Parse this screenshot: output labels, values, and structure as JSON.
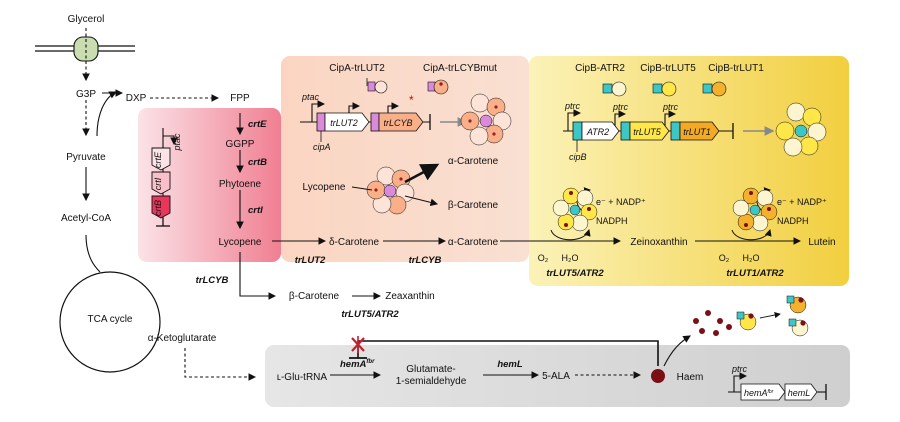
{
  "metabolites": {
    "glycerol": "Glycerol",
    "g3p": "G3P",
    "dxp": "DXP",
    "fpp": "FPP",
    "pyruvate": "Pyruvate",
    "acetyl_coa": "Acetyl-CoA",
    "tca_cycle": "TCA cycle",
    "a_ketoglutarate": "α-Ketoglutarate",
    "ggpp": "GGPP",
    "phytoene": "Phytoene",
    "lycopene": "Lycopene",
    "d_carotene": "δ-Carotene",
    "a_carotene": "α-Carotene",
    "b_carotene": "β-Carotene",
    "zeaxanthin": "Zeaxanthin",
    "zeinoxanthin": "Zeinoxanthin",
    "lutein": "Lutein",
    "l_glu_trna": "ʟ-Glu-tRNA",
    "glutamate_1": "Glutamate-",
    "glutamate_2": "1-semialdehyde",
    "ala": "5-ALA",
    "haem": "Haem",
    "lycopene_complex": "Lycopene",
    "a_carotene_complex": "α-Carotene",
    "b_carotene_complex": "β-Carotene"
  },
  "enzymes": {
    "crtE": "crtE",
    "crtB": "crtB",
    "crtI": "crtI",
    "trLUT2": "trLUT2",
    "trLCYB": "trLCYB",
    "trLCYB_2": "trLCYB",
    "trLUT5_ATR2": "trLUT5/ATR2",
    "trLUT5_ATR2_2": "trLUT5/ATR2",
    "trLUT1_ATR2": "trLUT1/ATR2",
    "hemA": "hemA",
    "hemA_sup": "fbr",
    "hemL": "hemL"
  },
  "genes": {
    "crtE": "crtE",
    "crtI": "crtI",
    "crtB": "crtB",
    "trLUT2": "trLUT2",
    "trLCYB": "trLCYB",
    "ATR2": "ATR2",
    "trLUT5": "trLUT5",
    "trLUT1": "trLUT1",
    "hemA": "hemA",
    "hemA_sup": "fbr",
    "hemL": "hemL"
  },
  "promoters": {
    "ptac1": "ptac",
    "ptac2": "ptac",
    "ptrc1": "ptrc",
    "ptrc2": "ptrc",
    "ptrc3": "ptrc",
    "ptrc4": "ptrc"
  },
  "tags": {
    "cipA": "cipA",
    "cipB": "cipB"
  },
  "fusions": {
    "cipa_trlut2": "CipA-trLUT2",
    "cipa_trlcybmut": "CipA-trLCYBmut",
    "cipb_atr2": "CipB-ATR2",
    "cipb_trlut5": "CipB-trLUT5",
    "cipb_trlut1": "CipB-trLUT1"
  },
  "cofactors": {
    "e_nadp_1": "e⁻ + NADP⁺",
    "nadph_1": "NADPH",
    "o2_1": "O₂",
    "h2o_1": "H₂O",
    "e_nadp_2": "e⁻ + NADP⁺",
    "nadph_2": "NADPH",
    "o2_2": "O₂",
    "h2o_2": "H₂O"
  },
  "colors": {
    "pink_box": "#f2a3b0",
    "salmon_box": "#f9c9b0",
    "yellow_box": "#f7e07a",
    "grey_box": "#d8d8d8",
    "cipA_tag": "#d98ad8",
    "cipB_tag": "#3cc6c6",
    "lut_gene": "#ffe74a",
    "haem": "#7a0f16"
  }
}
